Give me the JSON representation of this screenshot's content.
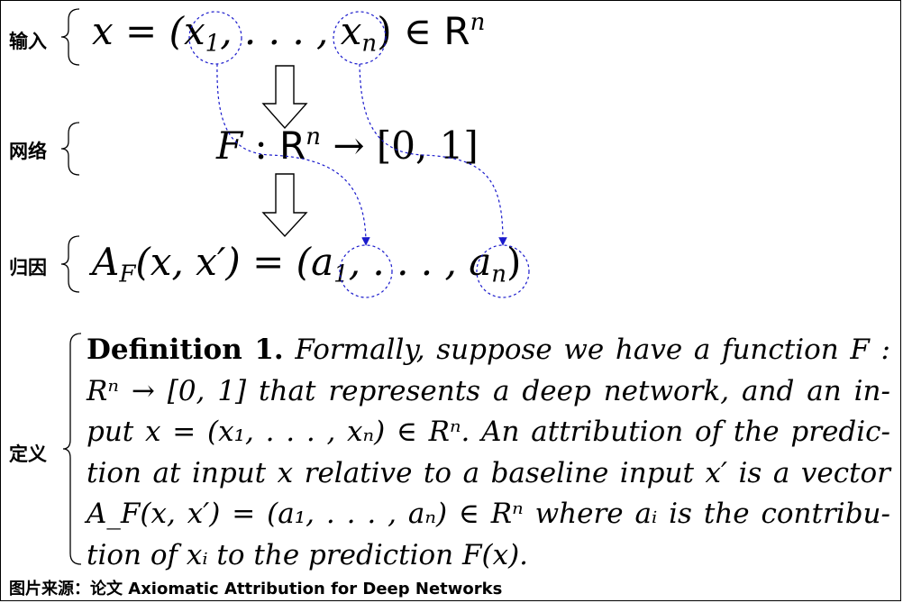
{
  "labels": {
    "input": "输入",
    "network": "网络",
    "attribution": "归因",
    "definition": "定义"
  },
  "formulas": {
    "input": {
      "lhs": "x = (",
      "x1": "x",
      "x1_sub": "1",
      "dots": ", . . . , ",
      "xn": "x",
      "xn_sub": "n",
      "close": ") ∈ ",
      "R": "R",
      "R_sup": "n"
    },
    "network": {
      "F": "F",
      "colon": " : ",
      "R": "R",
      "R_sup": "n",
      "arrow": " → ",
      "range": "[0, 1]"
    },
    "attribution": {
      "A": "A",
      "A_sub": "F",
      "args": "(x, x′) = (",
      "a1": "a",
      "a1_sub": "1",
      "dots": ", . . . , ",
      "an": "a",
      "an_sub": "n",
      "close": ")"
    }
  },
  "definition": {
    "head": "Definition 1.",
    "lines": [
      "Formally, suppose we have a function F :",
      "Rⁿ → [0, 1] that represents a deep network, and an in-",
      "put x = (x₁, . . . , xₙ) ∈ Rⁿ. An attribution of the predic-",
      "tion at input x relative to a baseline input x′ is a vector",
      "A_F(x, x′) = (a₁, . . . , aₙ) ∈ Rⁿ where aᵢ is the contribu-",
      "tion of xᵢ to the prediction F(x)."
    ]
  },
  "caption": "图片来源：论文 Axiomatic Attribution for Deep Networks",
  "colors": {
    "dashed": "#1a1acc",
    "arrow": "#000000",
    "text": "#000000"
  },
  "icons": [
    "down-arrow-icon",
    "curly-brace-icon"
  ]
}
